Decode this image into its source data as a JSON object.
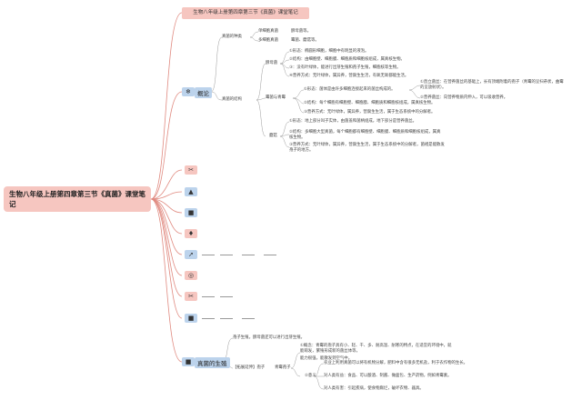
{
  "root": {
    "title": "生物八年级上册第四章第三节《真菌》课堂笔记"
  },
  "top_note": "生物八年级上册第四章第三节《真菌》课堂笔记",
  "overview": {
    "label": "概论",
    "icon": "snowflake-icon",
    "branches": {
      "types_label": "真菌的种类",
      "unicellular": "单细胞真菌",
      "unicellular_desc": "酵母菌等。",
      "multicellular": "多细胞真菌",
      "multicellular_desc": "霉菌、蘑菇等。",
      "structure_label": "真菌的结构",
      "yeast": "酵母菌",
      "yeast_items": [
        "①形态：椭圆形细胞，细胞中有明显的液泡。",
        "②结构：由细胞壁、细胞膜、细胞质和细胞核组成，属真核生物。",
        "③：没有叶绿体，能进行出芽生殖和孢子生殖，细胞核等生物。",
        "④营养方式：无叶绿体，属异养，营腐生生活，有氧无氧都能生活。"
      ],
      "mold": "霉菌与青霉",
      "mold_items": [
        "①形态：菌体是由许多细胞连接起来的菌丝构成的。",
        "②结构：每个细胞有细胞壁、细胞膜、细胞质和细胞核组成，属真核生物。",
        "③营养方式：无叶绿体，属异养，营腐生生活，属于生态系统中的分解者。"
      ],
      "mold_note_a": "①直立菌丝：在营养菌丝的基础上，长有顶端附着的孢子（青霉的呈扫帚状，曲霉的呈放射状）。",
      "mold_note_b": "②营养菌丝：向营养物质内伸入，可以吸收营养。",
      "mushroom": "蘑菇",
      "mushroom_items": [
        "①形态：地上部分叫子实体，由菌盖和菌柄组成，地下部分是营养菌丝。",
        "②结构：多细胞大型真菌，每个细胞都有细胞壁、细胞膜、细胞质和细胞核组成，属真核生物。",
        "③营养方式：无叶绿体，属异养，营腐生生活，属于生态系统中的分解者，菌褶是能散发孢子的地方。"
      ]
    }
  },
  "side_icons": [
    {
      "name": "tools-icon",
      "glyph": "✂",
      "style": "red"
    },
    {
      "name": "drop-icon",
      "glyph": "▲",
      "style": "blue"
    },
    {
      "name": "square-icon",
      "glyph": "■",
      "style": "blue"
    },
    {
      "name": "flame-icon",
      "glyph": "♦",
      "style": "red"
    },
    {
      "name": "rocket-icon",
      "glyph": "➚",
      "style": "blue"
    },
    {
      "name": "target-icon",
      "glyph": "◎",
      "style": "red"
    },
    {
      "name": "scissors-icon",
      "glyph": "✂",
      "style": "red"
    },
    {
      "name": "square2-icon",
      "glyph": "■",
      "style": "blue"
    },
    {
      "name": "square3-icon",
      "glyph": "■",
      "style": "blue"
    }
  ],
  "life": {
    "label": "真菌的生殖",
    "icon": "square-icon",
    "intro": "孢子生殖。酵母菌还可以进行出芽生殖。",
    "spore_label": "【拓展延伸】孢子",
    "spore_main": "青霉孢子",
    "spore_note": "①概念：青霉的孢子具有小、轻、干、多、耐高温、耐寒的特点，在适宜的环境中，就能萌发，繁殖形成新的菌丝体等，",
    "spore_note2": "能力很强，能散发到空气中。",
    "impact_label": "②意义",
    "impact_items": [
      "农业上利用真菌可以将有机物分解，肥料中含有很多无机盐，利于农作物的生长。",
      "对人类有益：食品、可以酿酒、制酱、做面包、生产药物，例如青霉素。",
      "对人类有害：引起疾病，使食物腐烂，破坏衣物、器具。"
    ]
  }
}
